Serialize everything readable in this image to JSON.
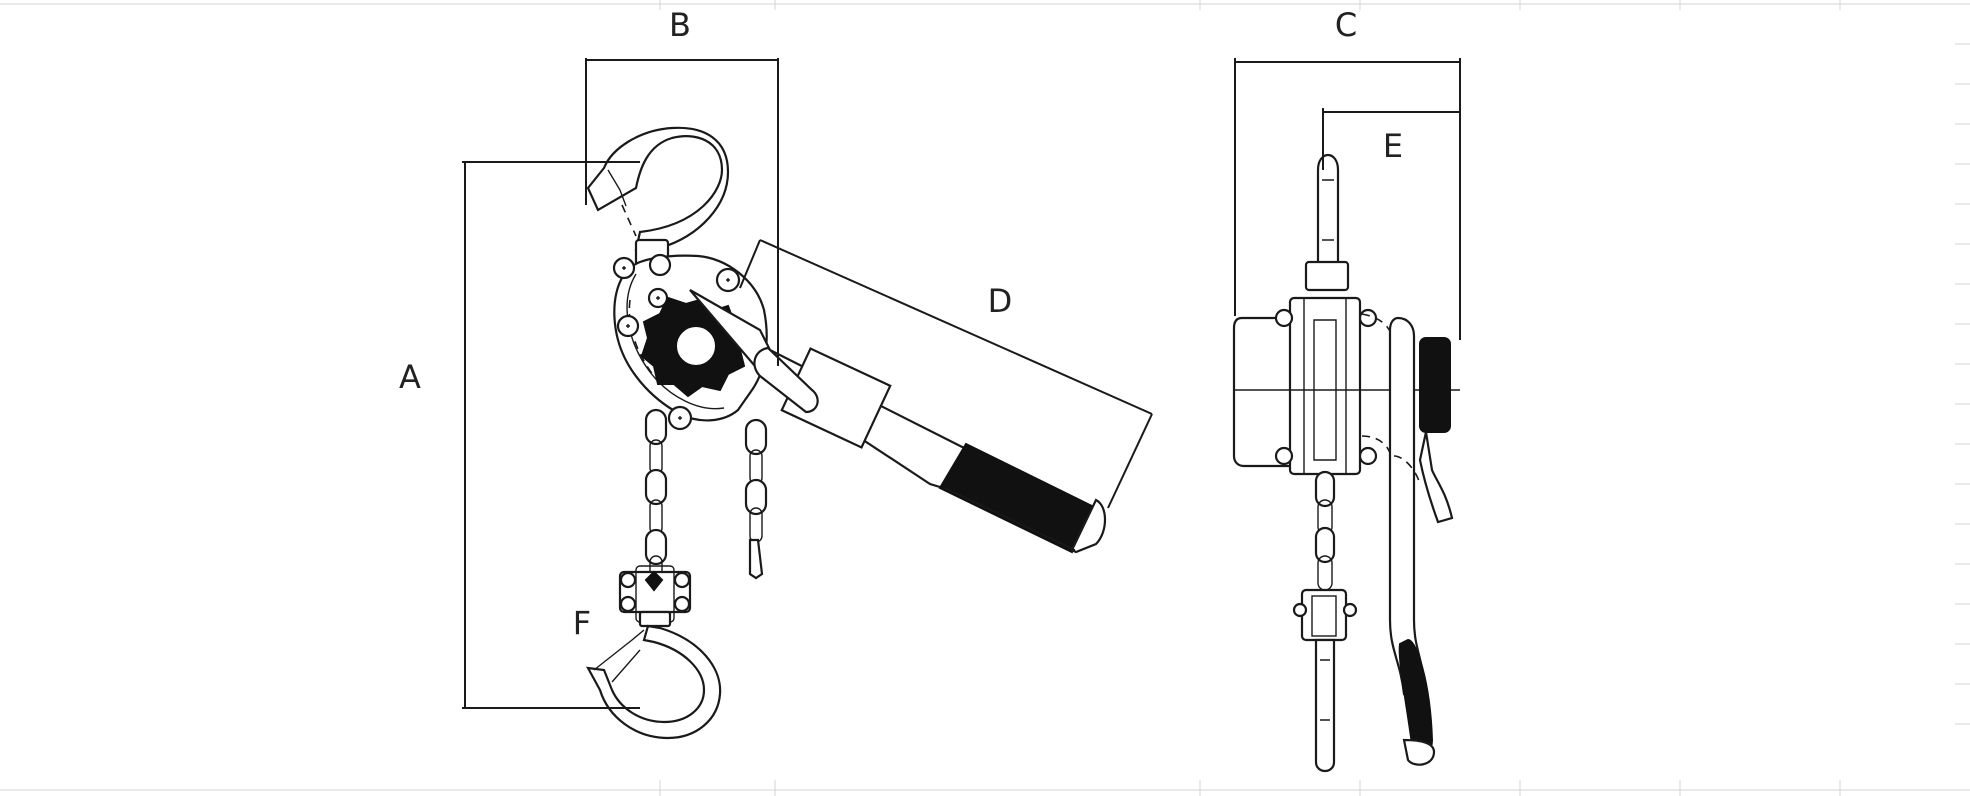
{
  "labels": {
    "A": "A",
    "B": "B",
    "C": "C",
    "D": "D",
    "E": "E",
    "F": "F"
  },
  "colors": {
    "line": "#1a1a1a",
    "fill_dark": "#111111",
    "grid": "#d4d4d4",
    "background": "#ffffff"
  }
}
